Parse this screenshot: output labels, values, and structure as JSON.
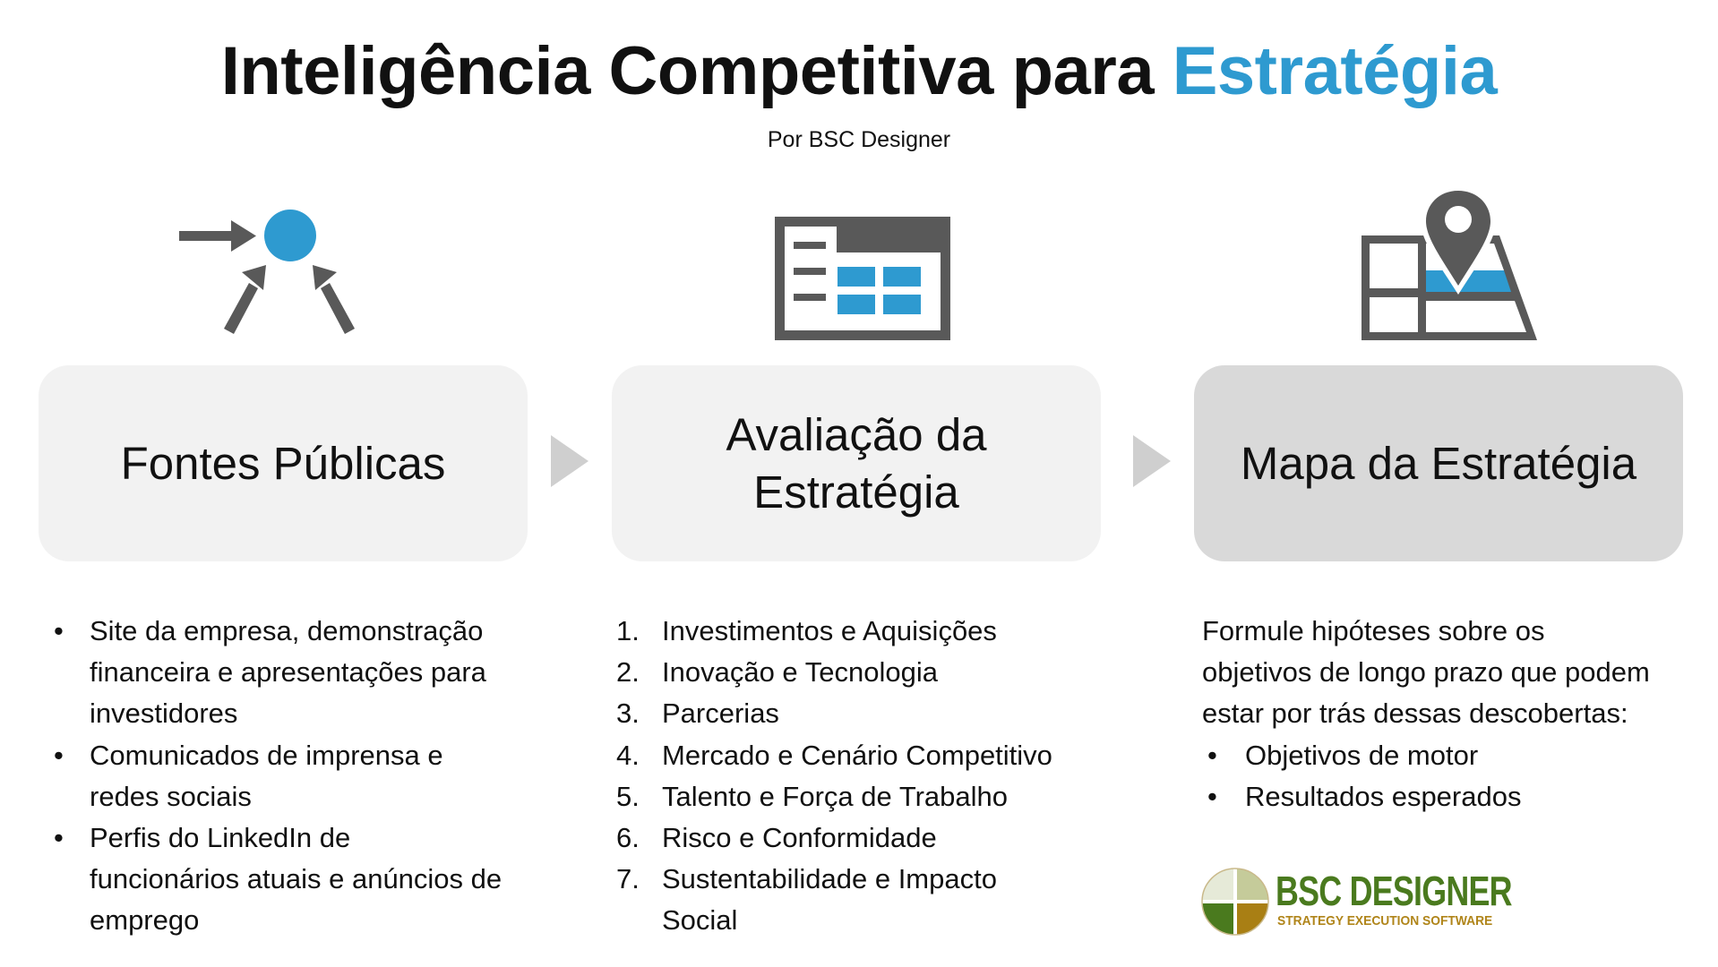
{
  "header": {
    "title_main": "Inteligência Competitiva para ",
    "title_accent": "Estratégia",
    "subtitle": "Por BSC Designer"
  },
  "colors": {
    "accent": "#2e9ad0",
    "icon_gray": "#595959",
    "card_light": "#f2f2f2",
    "card_dark": "#d9d9d9",
    "chevron": "#cfcfcf",
    "logo_green": "#4a7a1e",
    "logo_gold": "#b0851a"
  },
  "steps": [
    {
      "icon": "converging-arrows-icon",
      "label": "Fontes Públicas"
    },
    {
      "icon": "dashboard-table-icon",
      "label_line1": "Avaliação da",
      "label_line2": "Estratégia"
    },
    {
      "icon": "map-pin-icon",
      "label": "Mapa da Estratégia"
    }
  ],
  "sources": {
    "bullet": "•",
    "items": [
      {
        "line1": "Site da empresa, demonstração",
        "line2": "financeira e apresentações para",
        "line3": "investidores"
      },
      {
        "line1": "Comunicados de imprensa e",
        "line2": "redes sociais"
      },
      {
        "line1": "Perfis do LinkedIn de",
        "line2": "funcionários atuais e anúncios de",
        "line3": "emprego"
      }
    ]
  },
  "assessment": {
    "items": [
      {
        "num": "1.",
        "text": "Investimentos e Aquisições"
      },
      {
        "num": "2.",
        "text": "Inovação e Tecnologia"
      },
      {
        "num": "3.",
        "text": "Parcerias"
      },
      {
        "num": "4.",
        "text": "Mercado e Cenário Competitivo"
      },
      {
        "num": "5.",
        "text": "Talento e Força de Trabalho"
      },
      {
        "num": "6.",
        "text": "Risco e Conformidade"
      },
      {
        "num": "7.",
        "text": "Sustentabilidade e Impacto",
        "text2": "Social"
      }
    ]
  },
  "strategy_map": {
    "intro_line1": "Formule hipóteses sobre os",
    "intro_line2": "objetivos de longo prazo que podem",
    "intro_line3": "estar por trás dessas descobertas:",
    "bullet": "•",
    "items": [
      "Objetivos de motor",
      "Resultados esperados"
    ]
  },
  "logo": {
    "name": "BSC DESIGNER",
    "tagline": "STRATEGY EXECUTION SOFTWARE"
  }
}
